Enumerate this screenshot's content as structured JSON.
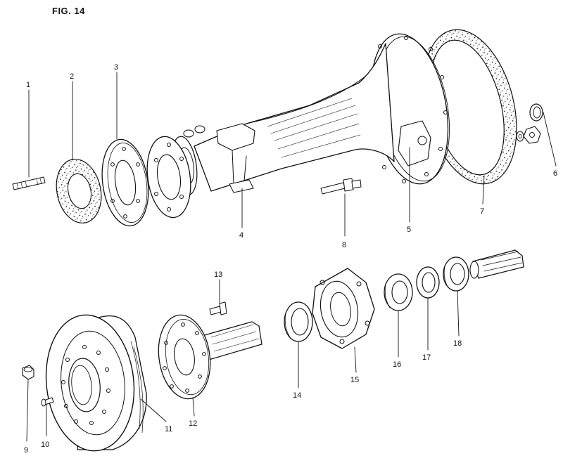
{
  "figure": {
    "title": "FIG. 14"
  },
  "labels": [
    {
      "id": "1",
      "text": "1"
    },
    {
      "id": "2",
      "text": "2"
    },
    {
      "id": "3",
      "text": "3"
    },
    {
      "id": "4",
      "text": "4"
    },
    {
      "id": "5",
      "text": "5"
    },
    {
      "id": "6",
      "text": "6"
    },
    {
      "id": "7",
      "text": "7"
    },
    {
      "id": "8",
      "text": "8"
    },
    {
      "id": "9",
      "text": "9"
    },
    {
      "id": "10",
      "text": "10"
    },
    {
      "id": "11",
      "text": "11"
    },
    {
      "id": "12",
      "text": "12"
    },
    {
      "id": "13",
      "text": "13"
    },
    {
      "id": "14",
      "text": "14"
    },
    {
      "id": "15",
      "text": "15"
    },
    {
      "id": "16",
      "text": "16"
    },
    {
      "id": "17",
      "text": "17"
    },
    {
      "id": "18",
      "text": "18"
    }
  ]
}
